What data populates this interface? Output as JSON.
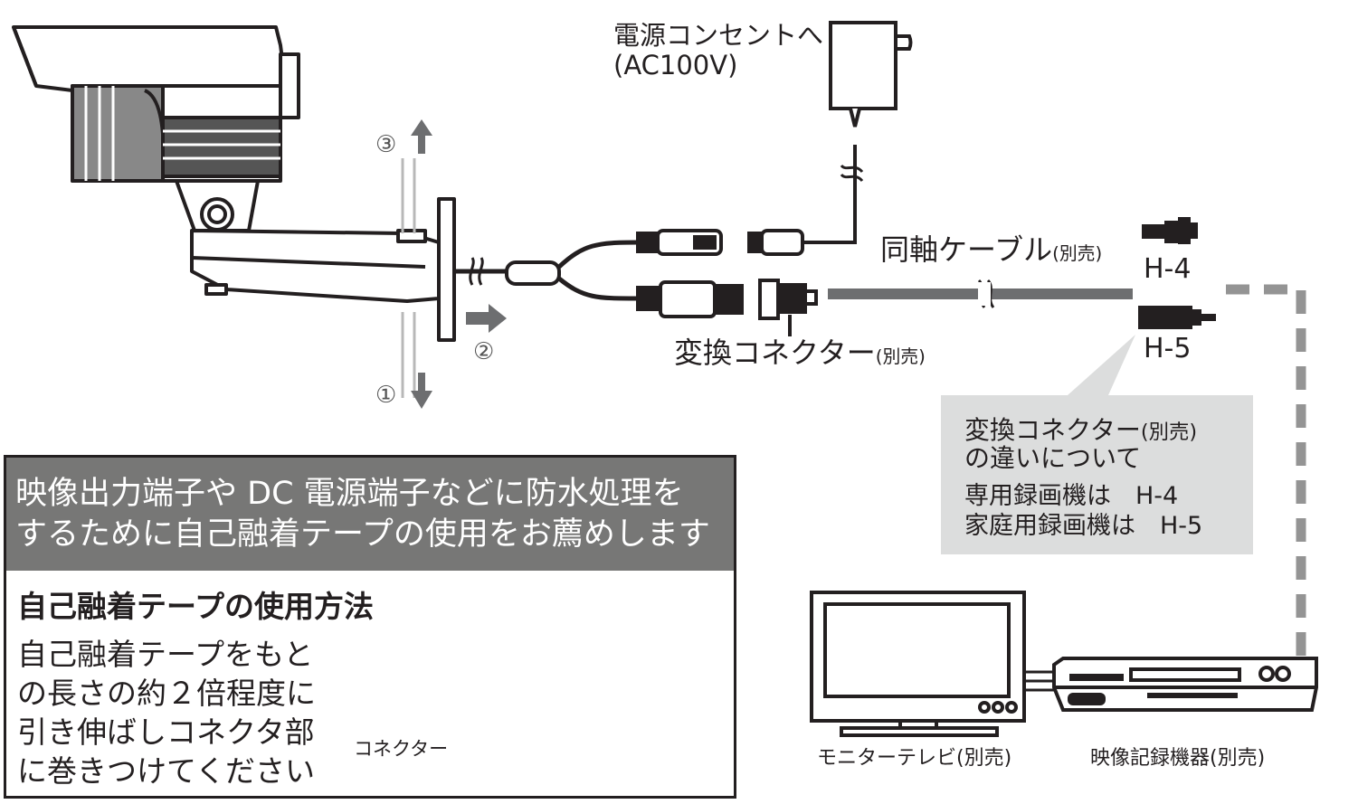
{
  "labels": {
    "power_outlet_line1": "電源コンセントへ",
    "power_outlet_line2": "(AC100V)",
    "coax_cable": "同軸ケーブル",
    "coax_cable_note": "(別売)",
    "connector_h4": "H-4",
    "connector_h5": "H-5",
    "adapter_connector": "変換コネクター",
    "adapter_connector_note": "(別売)",
    "step1": "①",
    "step2": "②",
    "step3": "③",
    "monitor_tv": "モニターテレビ(別売)",
    "recorder": "映像記録機器(別売)",
    "tape_connector": "コネクター"
  },
  "note": {
    "line1_main": "変換コネクター",
    "line1_sub": "(別売)",
    "line2": "の違いについて",
    "line3": "専用録画機は　H-4",
    "line4": "家庭用録画機は　H-5"
  },
  "warning": {
    "line1": "映像出力端子や DC 電源端子などに防水処理を",
    "line2": "するために自己融着テープの使用をお薦めします",
    "howto_title": "自己融着テープの使用方法",
    "howto_lines": [
      "自己融着テープをもと",
      "の長さの約２倍程度に",
      "引き伸ばしコネクタ部",
      "に巻きつけてください"
    ]
  },
  "colors": {
    "ink": "#231f20",
    "gray_header": "#777776",
    "note_bg": "#dcdddd",
    "cable_gray": "#6d6e70",
    "dash_gray": "#949494"
  }
}
